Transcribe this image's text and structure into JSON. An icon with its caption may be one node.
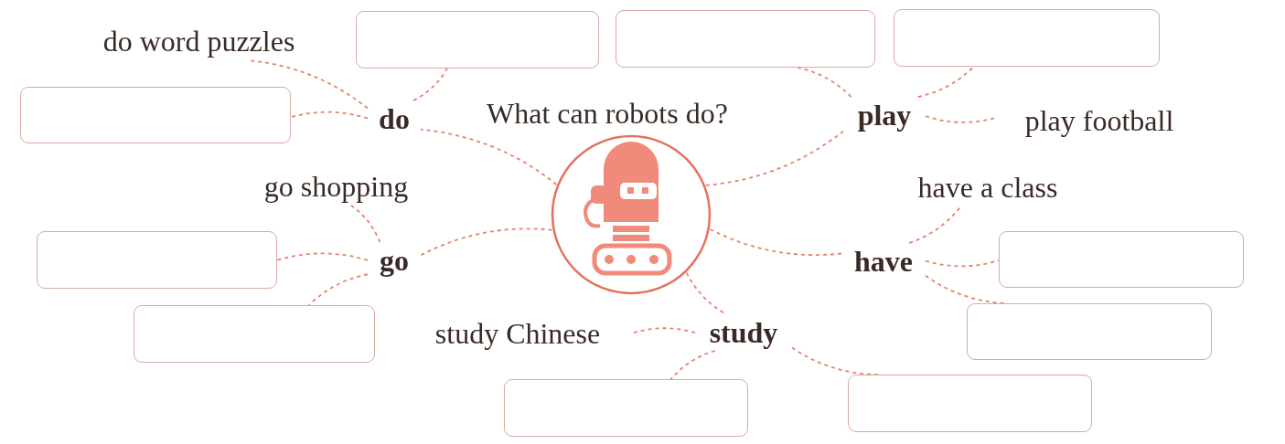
{
  "diagram": {
    "title": "What can robots do?",
    "nodes": [
      {
        "text": [],
        "shape": "circle"
      },
      {
        "text": [
          "do"
        ]
      },
      {
        "text": [
          "play"
        ]
      },
      {
        "text": [
          "go"
        ]
      },
      {
        "text": [
          "have"
        ]
      },
      {
        "text": [
          "study"
        ]
      },
      {
        "text": [
          "do word puzzles"
        ]
      },
      {
        "text": [],
        "shape": "box"
      },
      {
        "text": [],
        "shape": "box"
      },
      {
        "text": [],
        "shape": "box"
      },
      {
        "text": [],
        "shape": "box"
      },
      {
        "text": [
          "play football"
        ]
      },
      {
        "text": [
          "go shopping"
        ]
      },
      {
        "text": [],
        "shape": "box"
      },
      {
        "text": [],
        "shape": "box"
      },
      {
        "text": [
          "have a class"
        ]
      },
      {
        "text": [],
        "shape": "box"
      },
      {
        "text": [],
        "shape": "box"
      },
      {
        "text": [
          "study Chinese"
        ]
      },
      {
        "text": [],
        "shape": "box"
      },
      {
        "text": [],
        "shape": "box"
      }
    ],
    "edges": [
      {
        "from": 0,
        "to": 1,
        "arrow": "none"
      },
      {
        "from": 0,
        "to": 2,
        "arrow": "none"
      },
      {
        "from": 0,
        "to": 3,
        "arrow": "none"
      },
      {
        "from": 0,
        "to": 4,
        "arrow": "none"
      },
      {
        "from": 0,
        "to": 5,
        "arrow": "none"
      },
      {
        "from": 1,
        "to": 6,
        "arrow": "none"
      },
      {
        "from": 1,
        "to": 7,
        "arrow": "none"
      },
      {
        "from": 1,
        "to": 8,
        "arrow": "none"
      },
      {
        "from": 2,
        "to": 9,
        "arrow": "none"
      },
      {
        "from": 2,
        "to": 10,
        "arrow": "none"
      },
      {
        "from": 2,
        "to": 11,
        "arrow": "none"
      },
      {
        "from": 3,
        "to": 12,
        "arrow": "none"
      },
      {
        "from": 3,
        "to": 13,
        "arrow": "none"
      },
      {
        "from": 3,
        "to": 14,
        "arrow": "none"
      },
      {
        "from": 4,
        "to": 15,
        "arrow": "none"
      },
      {
        "from": 4,
        "to": 16,
        "arrow": "none"
      },
      {
        "from": 4,
        "to": 17,
        "arrow": "none"
      },
      {
        "from": 5,
        "to": 18,
        "arrow": "none"
      },
      {
        "from": 5,
        "to": 19,
        "arrow": "none"
      },
      {
        "from": 5,
        "to": 20,
        "arrow": "none"
      }
    ]
  }
}
